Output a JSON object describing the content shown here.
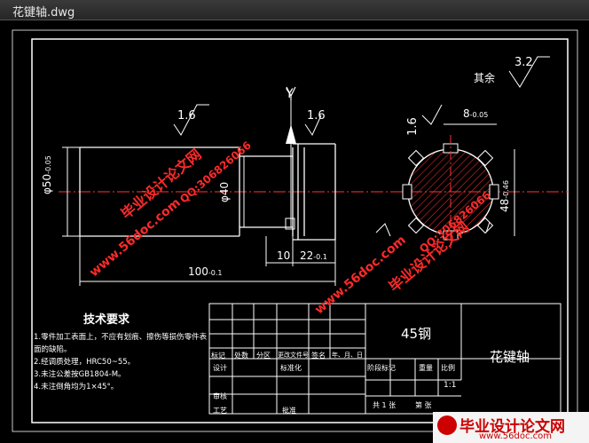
{
  "window": {
    "title": "花键轴.dwg"
  },
  "drawing": {
    "roughness_other_label": "其余",
    "roughness_other": "3.2",
    "section_marker": "Y",
    "dims": {
      "rough_left": "1.6",
      "rough_middle": "1.6",
      "rough_right": "1.6",
      "dia_50": "φ50",
      "dia_50_tol": "-0.05",
      "dia_40": "φ40",
      "len_10": "10",
      "len_22": "22",
      "len_22_tol": "-0.1",
      "len_100": "100",
      "len_100_tol": "-0.1",
      "key_width": "8",
      "key_width_tol": "-0.05",
      "spline_dia": "48",
      "spline_tol": "-0.46"
    },
    "tech": {
      "title": "技术要求",
      "lines": [
        "1.零件加工表面上，不应有划痕、擦伤等损伤零件表",
        "面的缺陷。",
        "2.经调质处理，HRC50~55。",
        "3.未注公差按GB1804-M。",
        "4.未注倒角均为1×45°。"
      ]
    },
    "titleblock": {
      "material": "45钢",
      "part_name": "花键轴",
      "col_labels": [
        "标记",
        "处数",
        "分区",
        "更改文件号",
        "签名",
        "年、月、日"
      ],
      "design": "设计",
      "standardize": "标准化",
      "review": "审核",
      "process": "工艺",
      "approve": "批准",
      "stage_mark": "阶段标记",
      "weight": "重量",
      "scale": "比例",
      "scale_value": "1:1",
      "sheets_total": "共 1 张",
      "sheet_no": "第 张"
    }
  },
  "watermarks": {
    "site_cn": "毕业设计论文网",
    "site_url": "www.56doc.com",
    "qq": "QQ:306826066"
  },
  "footer": {
    "name": "毕业设计论文网",
    "url": "www.56doc.com"
  }
}
